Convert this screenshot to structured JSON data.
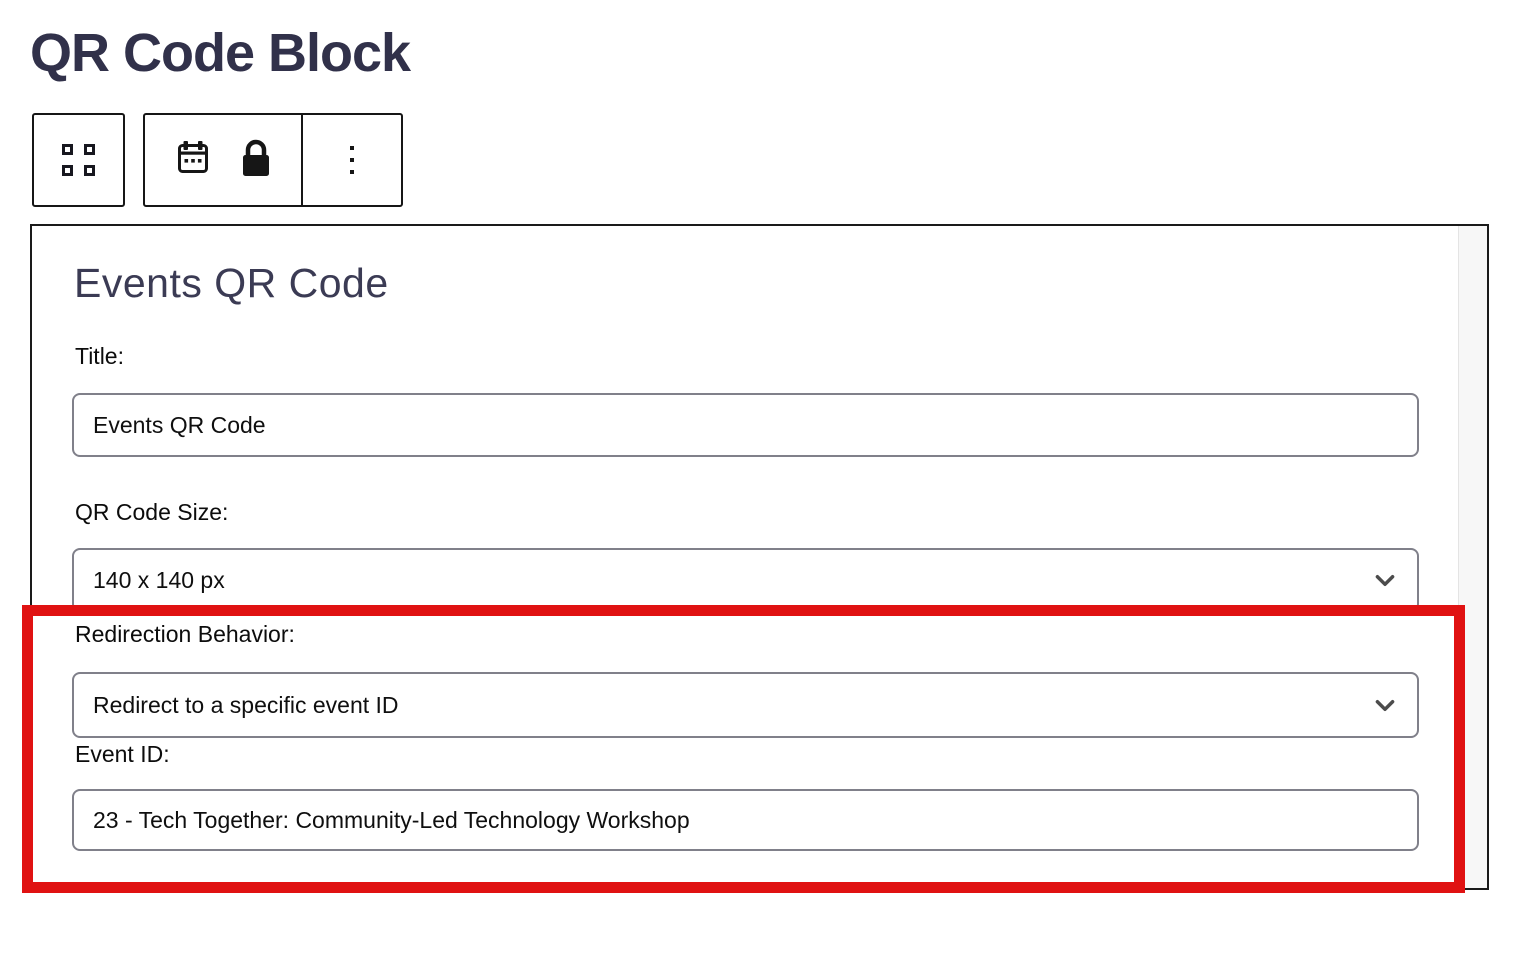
{
  "page": {
    "title": "QR Code Block"
  },
  "toolbar": {
    "block_type_button": {
      "icon": "blocks-icon"
    },
    "settings_group": {
      "icons": [
        "calendar-icon",
        "lock-icon"
      ]
    },
    "options_button": {
      "icon": "ellipsis-icon"
    }
  },
  "panel": {
    "heading": "Events QR Code",
    "fields": [
      {
        "label": "Title:",
        "control": "text-input",
        "value": "Events QR Code"
      },
      {
        "label": "QR Code Size:",
        "control": "select",
        "value": "140 x 140 px",
        "icon": "chevron-down-icon"
      },
      {
        "label": "Redirection Behavior:",
        "control": "select",
        "value": "Redirect to a specific event ID",
        "icon": "chevron-down-icon"
      },
      {
        "label": "Event ID:",
        "control": "text-input",
        "value": "23 - Tech Together: Community-Led Technology Workshop"
      }
    ]
  },
  "annotation": {
    "type": "highlight-rectangle",
    "color": "#e01212"
  },
  "colors": {
    "page_title": "#31314a",
    "panel_heading": "#3b3b54",
    "panel_border": "#1a1a1a",
    "input_border": "#80808a",
    "toolbar_border": "#161616",
    "highlight": "#e01212"
  }
}
